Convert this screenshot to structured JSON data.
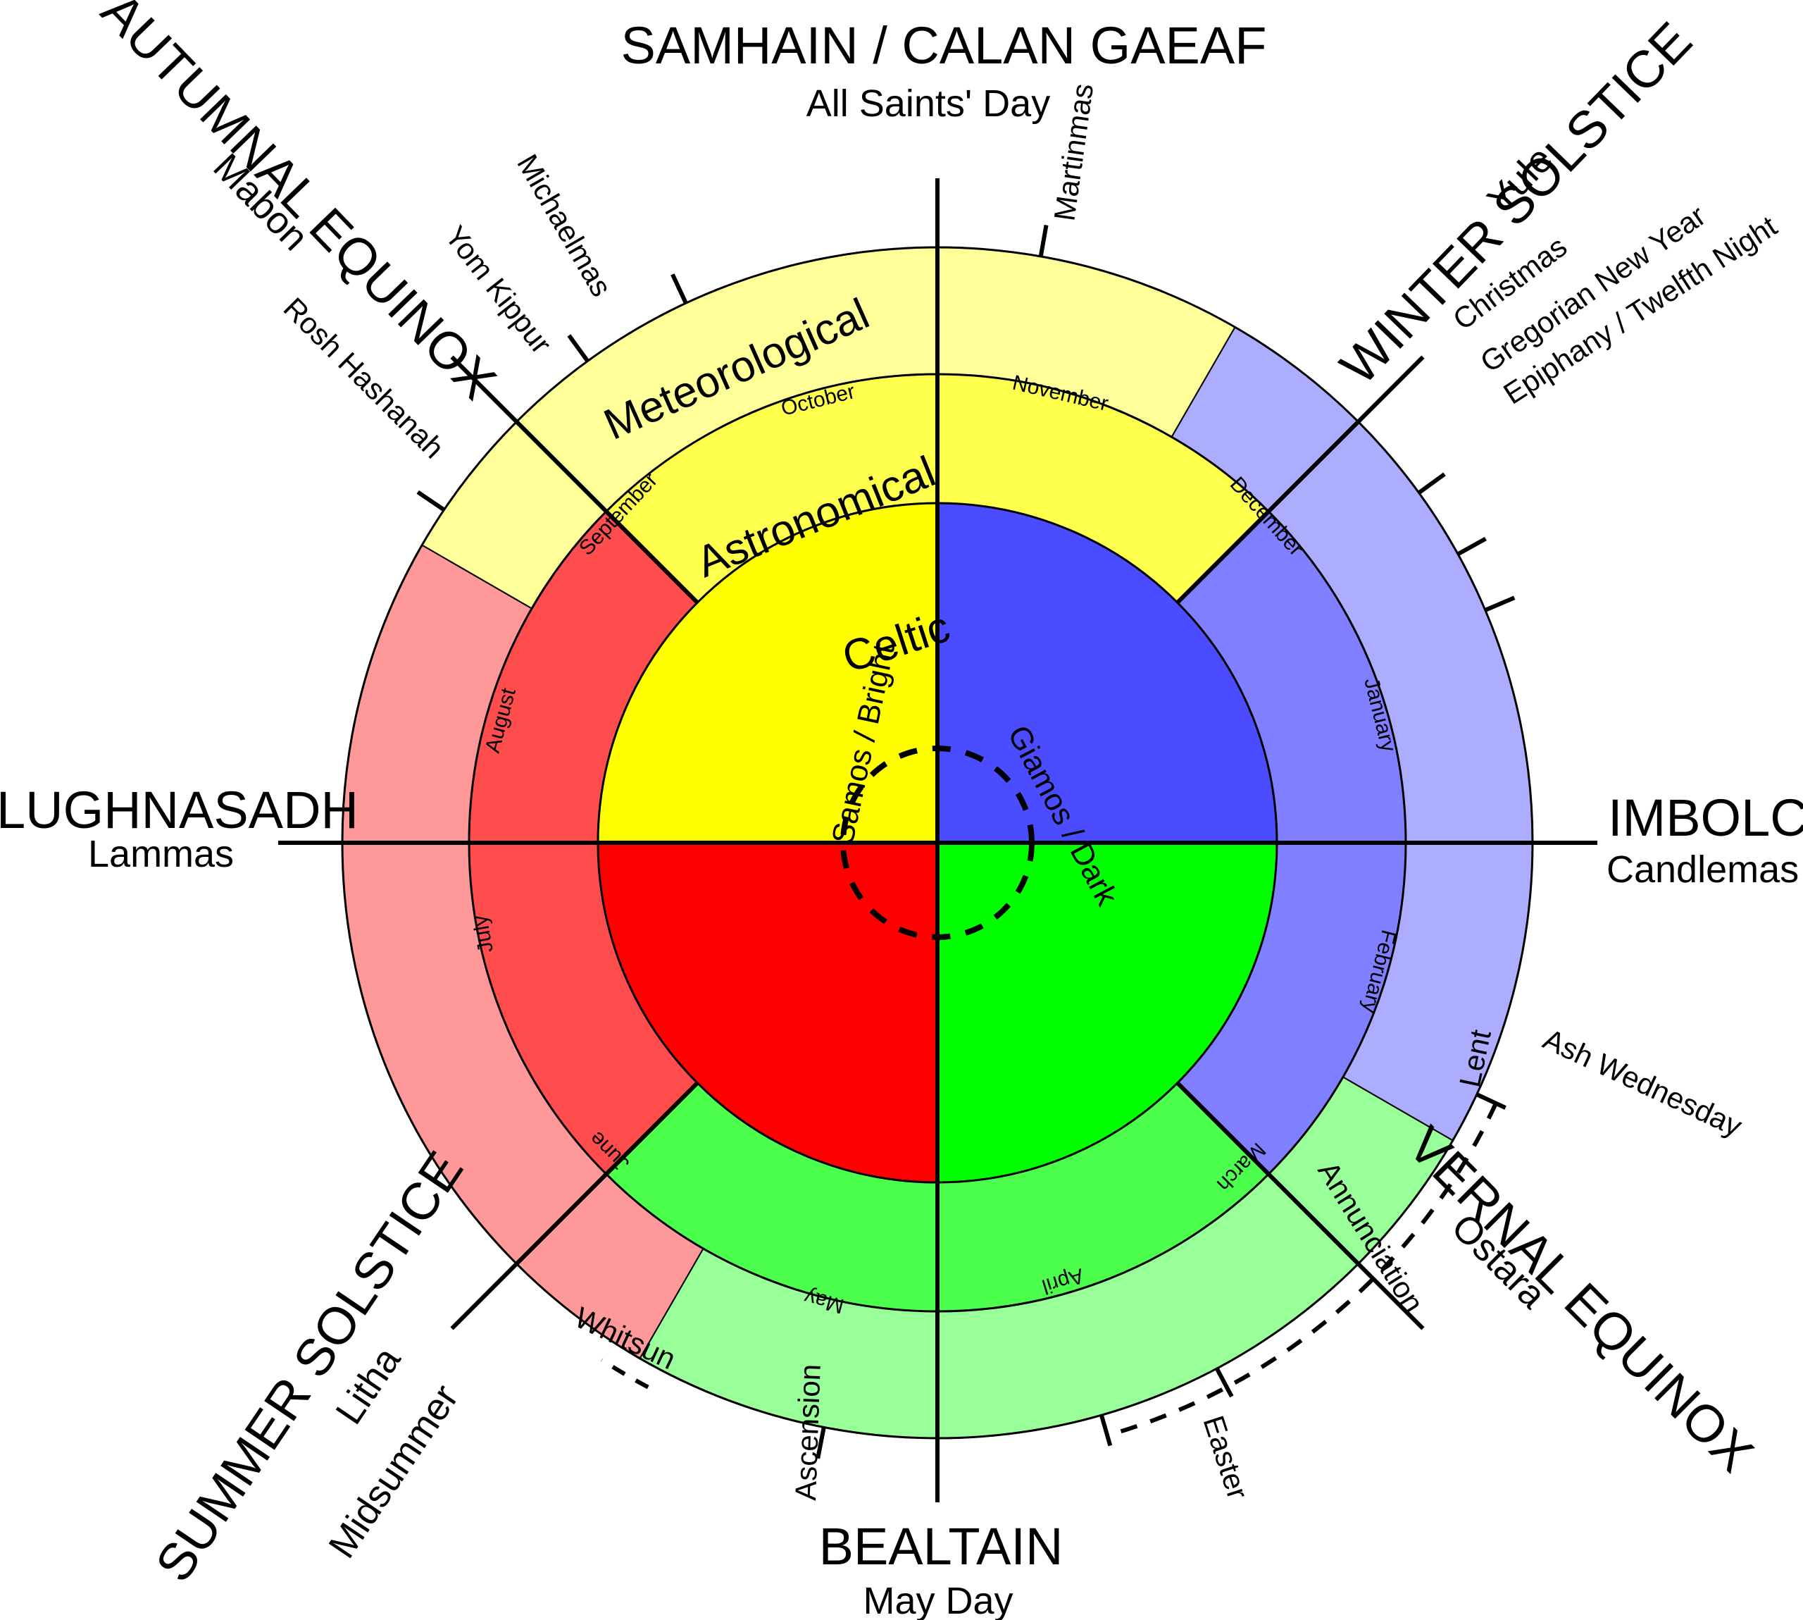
{
  "title": "Wheel of the Year",
  "colors": {
    "dark_quarter": {
      "celtic": "#4b4bff",
      "astronomical": "#7f7fff",
      "meteorological": "#adadff"
    },
    "spring_quarter": {
      "celtic": "#00ff00",
      "astronomical": "#4dff4d",
      "meteorological": "#99ff99"
    },
    "summer_quarter": {
      "celtic": "#ff0000",
      "astronomical": "#ff4d4d",
      "meteorological": "#ff9999"
    },
    "autumn_quarter": {
      "celtic": "#ffff00",
      "astronomical": "#ffff4d",
      "meteorological": "#ffff99"
    },
    "outline": "#000000"
  },
  "rings": {
    "inner": "Celtic",
    "middle": "Astronomical",
    "outer": "Meteorological"
  },
  "halves": {
    "bright": "Samos / Bright",
    "dark": "Giamos / Dark"
  },
  "months": [
    "January",
    "February",
    "March",
    "April",
    "May",
    "June",
    "July",
    "August",
    "September",
    "October",
    "November",
    "December"
  ],
  "cross_quarter": {
    "top": {
      "name": "SAMHAIN / CALAN GAEAF",
      "sub": "All Saints' Day"
    },
    "right": {
      "name": "IMBOLC",
      "sub": "Candlemas"
    },
    "bottom": {
      "name": "BEALTAIN",
      "sub": "May Day"
    },
    "left": {
      "name": "LUGHNASADH",
      "sub": "Lammas"
    }
  },
  "quarter_days": {
    "winter": {
      "name": "WINTER SOLSTICE",
      "sub": "Yule"
    },
    "vernal": {
      "name": "VERNAL EQUINOX",
      "sub": "Ostara"
    },
    "summer": {
      "name": "SUMMER SOLSTICE",
      "sub": "Litha",
      "sub2": "Midsummer"
    },
    "autumnal": {
      "name": "AUTUMNAL EQUINOX",
      "sub": "Mabon"
    }
  },
  "festivals": {
    "martinmas": "Martinmas",
    "christmas": "Christmas",
    "gregorian_new_year": "Gregorian New Year",
    "epiphany": "Epiphany / Twelfth Night",
    "ash_wednesday": "Ash Wednesday",
    "lent": "Lent",
    "annunciation": "Annunciation",
    "easter": "Easter",
    "ascension": "Ascension",
    "whitsun": "Whitsun",
    "rosh_hashanah": "Rosh Hashanah",
    "yom_kippur": "Yom Kippur",
    "michaelmas": "Michaelmas"
  }
}
